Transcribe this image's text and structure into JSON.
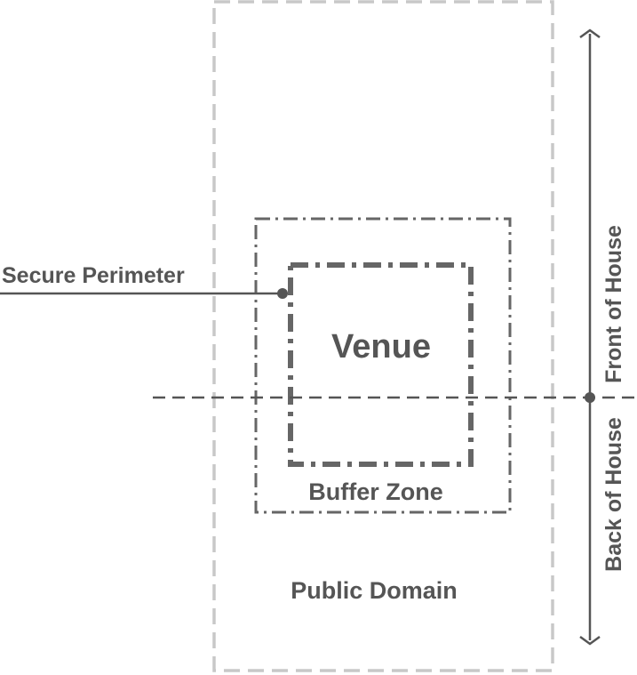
{
  "labels": {
    "venue": "Venue",
    "buffer_zone": "Buffer Zone",
    "public_domain": "Public Domain",
    "secure_perimeter": "Secure Perimeter",
    "front_of_house": "Front of House",
    "back_of_house": "Back of House"
  },
  "colors": {
    "public_domain_border": "#c8c8c8",
    "buffer_zone_border": "#666666",
    "venue_border": "#666666",
    "lines": "#555555",
    "text": "#555555"
  }
}
